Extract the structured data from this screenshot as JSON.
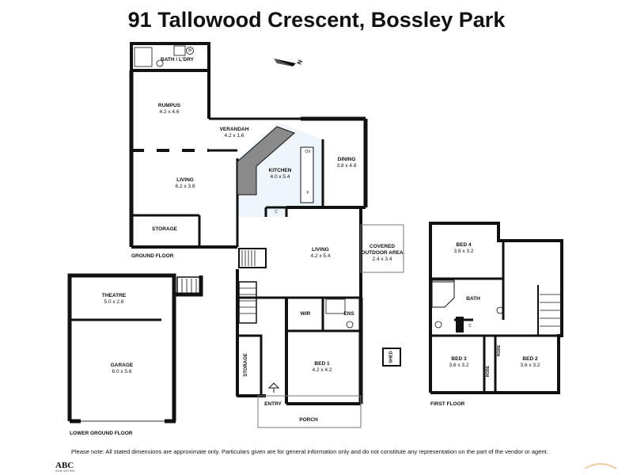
{
  "title": "91 Tallowood Crescent, Bossley Park",
  "rooms": {
    "bath_ldry": {
      "name": "BATH / L'DRY",
      "dims": ""
    },
    "rumpus": {
      "name": "RUMPUS",
      "dims": "4.2 x 4.6"
    },
    "verandah": {
      "name": "VERANDAH",
      "dims": "4.2 x 1.6"
    },
    "kitchen": {
      "name": "KITCHEN",
      "dims": "4.0 x 5.4"
    },
    "dining": {
      "name": "DINING",
      "dims": "3.8 x 4.8"
    },
    "living_upper": {
      "name": "LIVING",
      "dims": "6.2 x 3.8"
    },
    "storage_upper": {
      "name": "STORAGE",
      "dims": ""
    },
    "living_main": {
      "name": "LIVING",
      "dims": "4.2 x 5.4"
    },
    "covered_outdoor": {
      "name": "COVERED OUTDOOR AREA",
      "dims": "2.4 x 3.4"
    },
    "theatre": {
      "name": "THEATRE",
      "dims": "5.0 x 2.6"
    },
    "garage": {
      "name": "GARAGE",
      "dims": "6.0 x 5.6"
    },
    "wir": {
      "name": "WIR",
      "dims": ""
    },
    "ens": {
      "name": "ENS",
      "dims": ""
    },
    "bed1": {
      "name": "BED 1",
      "dims": "4.2 x 4.2"
    },
    "storage_lower": {
      "name": "STORAGE",
      "dims": ""
    },
    "entry": {
      "name": "ENTRY",
      "dims": ""
    },
    "porch": {
      "name": "PORCH",
      "dims": ""
    },
    "shed": {
      "name": "SHED",
      "dims": ""
    },
    "bed4": {
      "name": "BED 4",
      "dims": "3.8 x 3.2"
    },
    "bath_first": {
      "name": "BATH",
      "dims": ""
    },
    "bed3": {
      "name": "BED 3",
      "dims": "3.6 x 3.2"
    },
    "bed2": {
      "name": "BED 2",
      "dims": "3.6 x 3.2"
    },
    "robe1": {
      "name": "ROBE",
      "dims": ""
    },
    "robe2": {
      "name": "ROBE",
      "dims": ""
    }
  },
  "markers": {
    "ov": "OV",
    "f": "F",
    "c": "C",
    "c2": "C",
    "w": "W",
    "compass_n": "N"
  },
  "floors": {
    "ground": "GROUND FLOOR",
    "lower": "LOWER GROUND FLOOR",
    "first": "FIRST FLOOR"
  },
  "note": "Please note: All stated dimensions are approximate only. Particulars given are for general information only and do not constitute any representation on the part of the vendor or agent.",
  "logo": {
    "abc": "ABC",
    "phone": "0000 433 393"
  },
  "colors": {
    "wall": "#111111",
    "kitchen_floor": "#eef5fb",
    "bench": "#8a8a8a",
    "outline": "#777777"
  }
}
